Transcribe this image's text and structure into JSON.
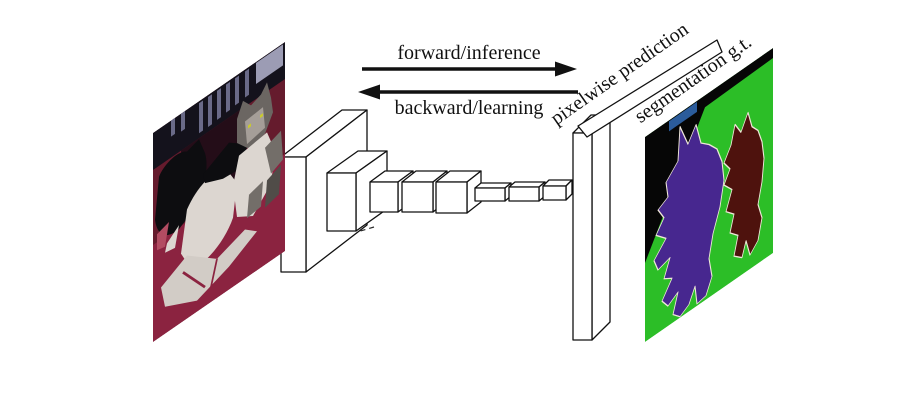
{
  "figure": {
    "type": "fully-convolutional-network-diagram",
    "labels": {
      "forward": "forward/inference",
      "backward": "backward/learning",
      "prediction": "pixelwise prediction",
      "ground_truth": "segmentation g.t."
    },
    "arrows": {
      "forward_direction": "right",
      "backward_direction": "left"
    },
    "network": {
      "feature_box_count": 8,
      "has_prediction_plane": true,
      "has_input_image": true,
      "has_ground_truth_image": true
    }
  },
  "colors": {
    "page_bg": "#ffffff",
    "ink": "#111111",
    "box_fill": "#ffffff",
    "photo_wall": "#651b2d",
    "photo_couch": "#8b2340",
    "photo_dark_band": "#14121c",
    "seg_background": "#2cbe27",
    "seg_dog": "#47278f",
    "seg_cat": "#4e120d",
    "seg_void": "#060606",
    "seg_blue_bar": "#2b5c9b",
    "seg_outline": "#efe7d9"
  }
}
